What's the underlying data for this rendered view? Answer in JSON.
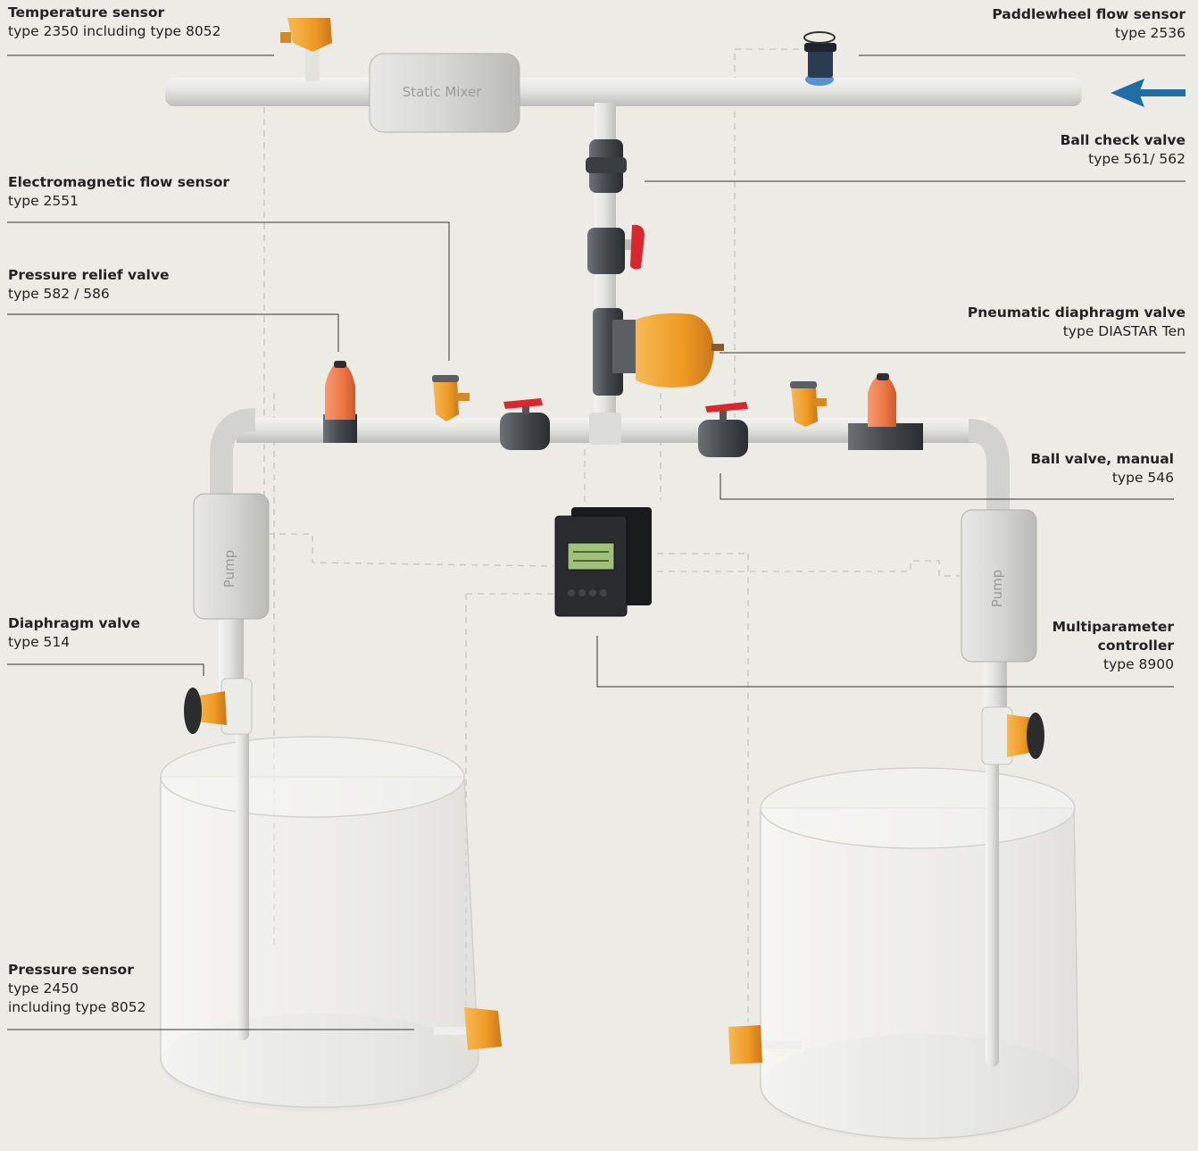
{
  "labels": {
    "temperature_sensor": {
      "title": "Temperature sensor",
      "sub": "type 2350 including type 8052"
    },
    "paddlewheel_flow_sensor": {
      "title": "Paddlewheel flow sensor",
      "sub": "type 2536"
    },
    "ball_check_valve": {
      "title": "Ball check valve",
      "sub": "type 561/ 562"
    },
    "electromagnetic_flow_sensor": {
      "title": "Electromagnetic flow sensor",
      "sub": "type 2551"
    },
    "pressure_relief_valve": {
      "title": "Pressure relief valve",
      "sub": "type 582 / 586"
    },
    "pneumatic_diaphragm_valve": {
      "title": "Pneumatic diaphragm valve",
      "sub": "type DIASTAR Ten"
    },
    "ball_valve_manual": {
      "title": "Ball valve, manual",
      "sub": "type 546"
    },
    "diaphragm_valve": {
      "title": "Diaphragm valve",
      "sub": "type 514"
    },
    "multiparameter_controller": {
      "title_line1": "Multiparameter",
      "title_line2": "controller",
      "sub": "type 8900"
    },
    "pressure_sensor": {
      "title": "Pressure sensor",
      "sub": "type 2450",
      "sub2": "including type 8052"
    }
  },
  "components": {
    "static_mixer": "Static Mixer",
    "pump_left": "Pump",
    "pump_right": "Pump"
  },
  "colors": {
    "background": "#ecebe6",
    "pipe": "#dcdcd8",
    "fitting": "#55595d",
    "orange": "#f0a030",
    "red_handle": "#d8282e",
    "flow_arrow": "#1f6ea8"
  }
}
